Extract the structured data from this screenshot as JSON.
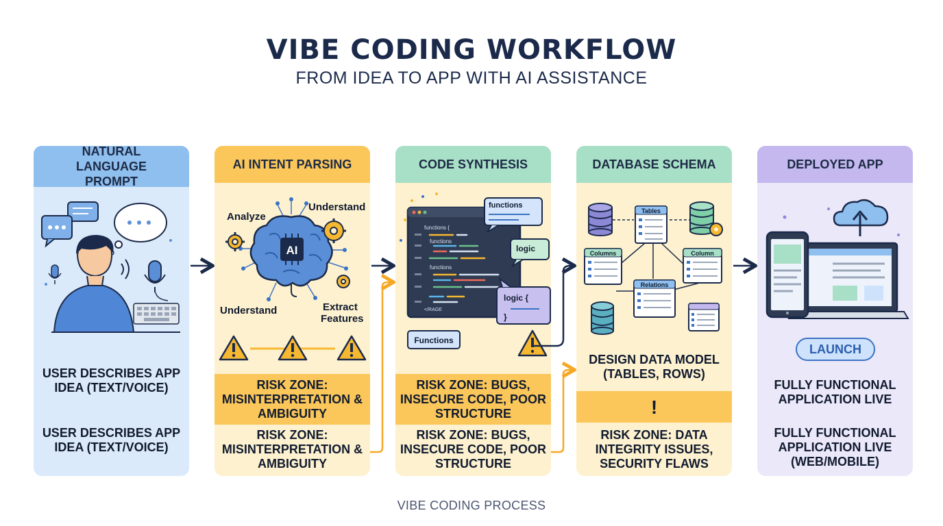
{
  "title": "VIBE CODING WORKFLOW",
  "subtitle": "FROM IDEA TO APP WITH AI ASSISTANCE",
  "footer": "VIBE CODING PROCESS",
  "colors": {
    "blue_head": "#8fbfef",
    "blue_body": "#dbeafa",
    "yellow_head": "#fbc75a",
    "cream_body": "#fdf1cf",
    "green_head": "#a8dfc7",
    "purple_head": "#c4b8ef",
    "purple_body": "#ebe8fa",
    "navy": "#1b2a4a"
  },
  "stages": {
    "prompt": {
      "title": "NATURAL LANGUAGE PROMPT",
      "desc1": "USER DESCRIBES APP IDEA (TEXT/VOICE)",
      "desc2": "USER DESCRIBES APP IDEA (TEXT/VOICE)",
      "icons": [
        "user-icon",
        "speech-bubble-icon",
        "thought-bubble-icon",
        "microphone-icon",
        "keyboard-icon"
      ]
    },
    "intent": {
      "title": "AI INTENT PARSING",
      "brain_label": "AI",
      "labels": {
        "analyze": "Analyze",
        "understand_top": "Understand",
        "understand_bottom": "Understand",
        "extract": "Extract",
        "features": "Features"
      },
      "risk1": "RISK ZONE: MISINTERPRETATION & AMBIGUITY",
      "risk2": "RISK ZONE: MISINTERPRETATION & AMBIGUITY",
      "icons": [
        "brain-icon",
        "gear-icon",
        "warning-icon"
      ]
    },
    "code": {
      "title": "CODE SYNTHESIS",
      "editor_lines": {
        "l1": "functions {",
        "l2": "functions",
        "l3": "functions",
        "l4": "</RAGE"
      },
      "bubbles": {
        "functions": "functions",
        "logic": "logic",
        "logic2": "logic {",
        "logic2_close": "}",
        "functions_tag": "Functions"
      },
      "risk1": "RISK ZONE: BUGS, INSECURE CODE, POOR STRUCTURE",
      "risk2": "RISK ZONE: BUGS, INSECURE CODE, POOR STRUCTURE",
      "icons": [
        "code-editor-icon",
        "warning-icon"
      ]
    },
    "database": {
      "title": "DATABASE SCHEMA",
      "tables": {
        "tables": "Tables",
        "columns_left": "Columns",
        "columns_right": "Column",
        "relations": "Relations"
      },
      "desc": "DESIGN DATA MODEL (TABLES, ROWS)",
      "alert": "!",
      "risk": "RISK ZONE: DATA INTEGRITY ISSUES, SECURITY FLAWS",
      "icons": [
        "database-icon",
        "table-icon",
        "gear-icon"
      ]
    },
    "deploy": {
      "title": "DEPLOYED APP",
      "launch": "LAUNCH",
      "desc1": "FULLY FUNCTIONAL APPLICATION LIVE",
      "desc2": "FULLY FUNCTIONAL APPLICATION LIVE (WEB/MOBILE)",
      "icons": [
        "cloud-upload-icon",
        "phone-icon",
        "laptop-icon"
      ]
    }
  }
}
